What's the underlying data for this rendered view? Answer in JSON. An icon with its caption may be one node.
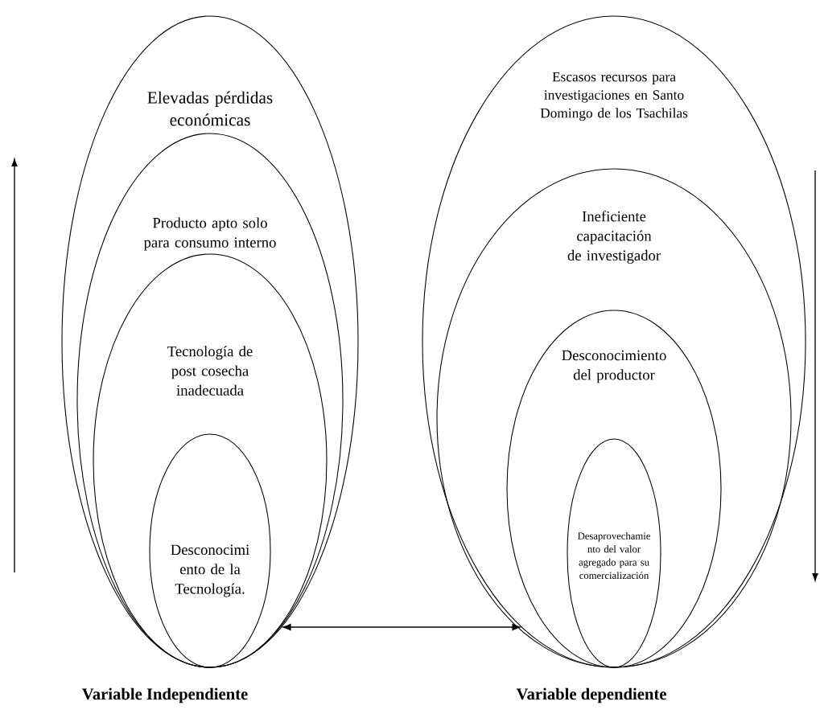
{
  "diagram": {
    "nodes": [
      {
        "text": [
          "Elevadas pérdidas económicas"
        ]
      },
      {
        "text": [
          "Producto apto solo para consumo interno"
        ],
        "in": 0
      },
      {
        "text": [
          "Tecnología de post cosecha inadecuada"
        ],
        "in": 1
      },
      {
        "text": [
          "Desconocimi ento de la Tecnología."
        ],
        "in": 2
      },
      {
        "text": [
          "Escasos recursos para investigaciones en Santo Domingo de los Tsachilas"
        ]
      },
      {
        "text": [
          "Ineficiente capacitación de investigador"
        ],
        "in": 4
      },
      {
        "text": [
          "Desconocimiento del productor"
        ],
        "in": 5
      },
      {
        "text": [
          "Desaprovechamie nto del valor agregado para su comercialización"
        ],
        "in": 6
      }
    ],
    "edges": [
      {
        "from": 0,
        "to": 4,
        "arrow": "both"
      }
    ],
    "labels": [
      "Variable Independiente",
      "Variable dependiente"
    ]
  }
}
